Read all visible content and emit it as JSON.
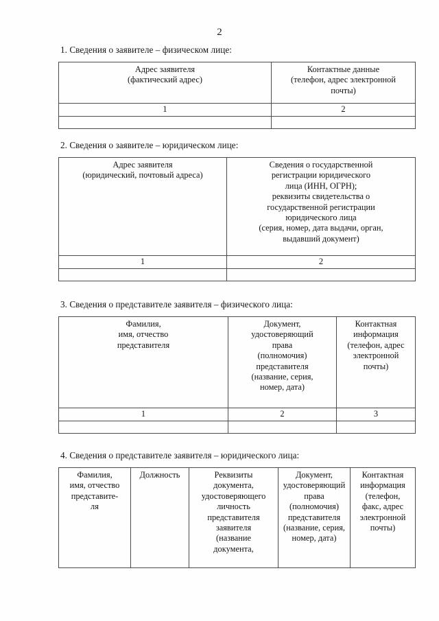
{
  "document": {
    "page_number": "2"
  },
  "sections": [
    {
      "heading": "1. Сведения о заявителе – физическом лице:",
      "table": {
        "columns": [
          {
            "lines": [
              "Адрес заявителя",
              "(фактический адрес)"
            ]
          },
          {
            "lines": [
              "Контактные данные",
              "(телефон, адрес электронной",
              "почты)"
            ]
          }
        ],
        "numbers": [
          "1",
          "2"
        ],
        "blank_row": [
          "",
          ""
        ]
      }
    },
    {
      "heading": "2. Сведения о заявителе – юридическом лице:",
      "table": {
        "columns": [
          {
            "lines": [
              "Адрес заявителя",
              "(юридический, почтовый адреса)"
            ]
          },
          {
            "lines": [
              "Сведения о государственной",
              "регистрации юридического",
              "лица (ИНН, ОГРН);",
              "реквизиты свидетельства о",
              "государственной регистрации",
              "юридического лица",
              "(серия, номер, дата выдачи, орган,",
              "выдавший документ)"
            ]
          }
        ],
        "numbers": [
          "1",
          "2"
        ],
        "blank_row": [
          "",
          ""
        ]
      }
    },
    {
      "heading": "3. Сведения о представителе заявителя – физического лица:",
      "table": {
        "columns": [
          {
            "lines": [
              "Фамилия,",
              "имя, отчество",
              "представителя"
            ]
          },
          {
            "lines": [
              "Документ,",
              "удостоверяющий",
              "права",
              "(полномочия)",
              "представителя",
              "(название, серия,",
              "номер, дата)"
            ]
          },
          {
            "lines": [
              "Контактная",
              "информация",
              "(телефон, адрес",
              "электронной",
              "почты)"
            ]
          }
        ],
        "numbers": [
          "1",
          "2",
          "3"
        ],
        "blank_row": [
          "",
          "",
          ""
        ]
      }
    },
    {
      "heading": "4. Сведения о представителе заявителя – юридического лица:",
      "table": {
        "columns": [
          {
            "lines": [
              "Фамилия,",
              "имя, отчество",
              "представите-",
              "ля"
            ]
          },
          {
            "lines": [
              "Должность"
            ]
          },
          {
            "lines": [
              "Реквизиты",
              "документа,",
              "удостоверяющего",
              "личность",
              "представителя",
              "заявителя",
              "(название",
              "документа,"
            ]
          },
          {
            "lines": [
              "Документ,",
              "удостоверяющий",
              "права",
              "(полномочия)",
              "представителя",
              "(название, серия,",
              "номер, дата)"
            ]
          },
          {
            "lines": [
              "Контактная",
              "информация",
              "(телефон,",
              "факс, адрес",
              "электронной",
              "почты)"
            ]
          }
        ]
      }
    }
  ]
}
